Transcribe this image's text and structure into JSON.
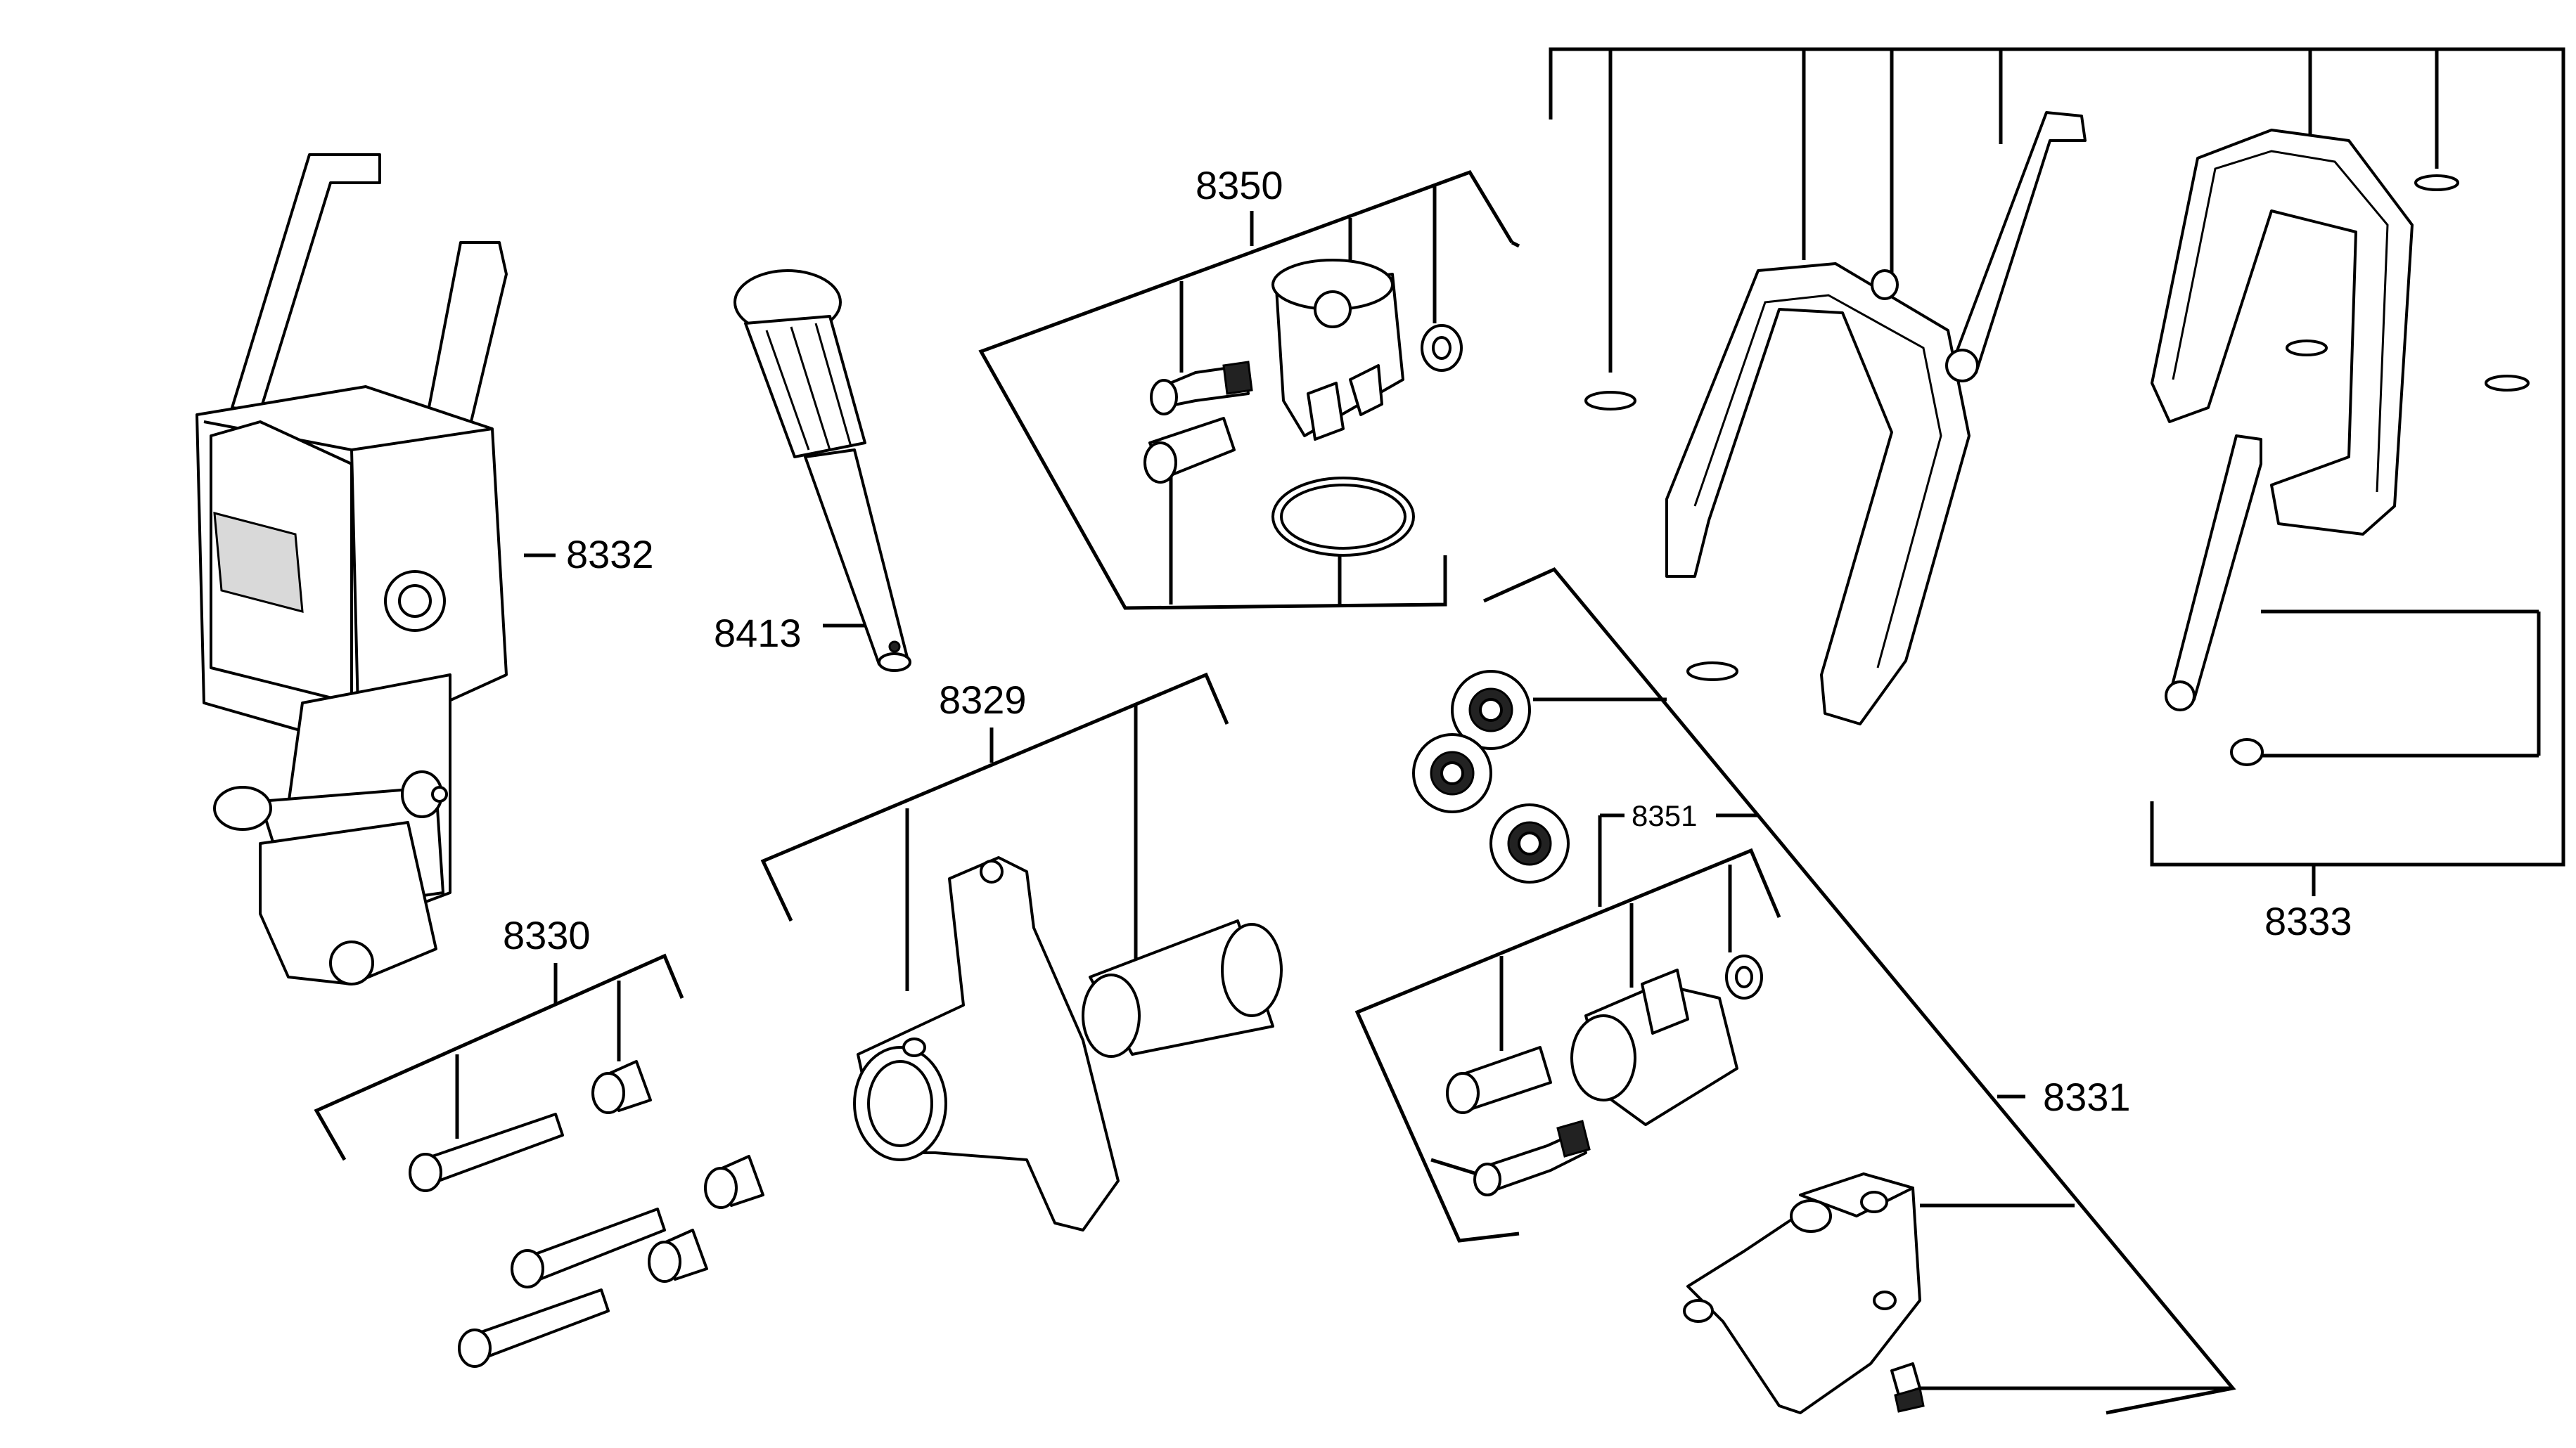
{
  "diagram": {
    "type": "exploded-parts-diagram",
    "line_color": "#000000",
    "background": "#ffffff",
    "part_labels": [
      {
        "id": "p8332",
        "text": "8332"
      },
      {
        "id": "p8413",
        "text": "8413"
      },
      {
        "id": "p8350",
        "text": "8350"
      },
      {
        "id": "p8329",
        "text": "8329"
      },
      {
        "id": "p8330",
        "text": "8330"
      },
      {
        "id": "p8351",
        "text": "8351"
      },
      {
        "id": "p8331",
        "text": "8331"
      },
      {
        "id": "p8333",
        "text": "8333"
      }
    ]
  }
}
